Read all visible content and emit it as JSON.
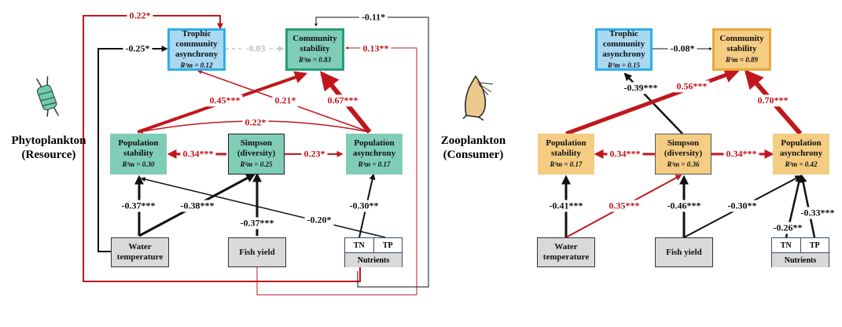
{
  "panels": [
    {
      "id": "phyto",
      "title_line1": "Phytoplankton",
      "title_line2": "(Resource)",
      "icon": "phytoplankton-chain-icon",
      "nodes": {
        "trophic": {
          "l1": "Trophic",
          "l2": "community",
          "l3": "asynchrony",
          "r2": "R²m = 0.12"
        },
        "community": {
          "l1": "Community",
          "l2": "stability",
          "r2": "R²m = 0.83"
        },
        "popstab": {
          "l1": "Population",
          "l2": "stability",
          "r2": "R²m = 0.30"
        },
        "simpson": {
          "l1": "Simpson",
          "l2": "(diversity)",
          "r2": "R²m = 0.25"
        },
        "popasyn": {
          "l1": "Population",
          "l2": "asynchrony",
          "r2": "R²m = 0.17"
        },
        "water": {
          "l1": "Water",
          "l2": "temperature"
        },
        "fish": {
          "l1": "Fish yield"
        },
        "nutrients": {
          "tn": "TN",
          "tp": "TP",
          "label": "Nutrients"
        }
      },
      "paths": [
        {
          "from": "nutrients",
          "to": "trophic",
          "coef": "0.22*",
          "sign": "positive"
        },
        {
          "from": "water",
          "to": "trophic",
          "coef": "-0.25*",
          "sign": "negative"
        },
        {
          "from": "trophic",
          "to": "community",
          "coef": "-0.03",
          "sign": "nonsignificant"
        },
        {
          "from": "nutrients",
          "to": "community",
          "coef": "-0.11*",
          "sign": "negative"
        },
        {
          "from": "fish",
          "to": "community",
          "coef": "0.13**",
          "sign": "positive"
        },
        {
          "from": "popstab",
          "to": "community",
          "coef": "0.45***",
          "sign": "positive"
        },
        {
          "from": "popasyn",
          "to": "trophic",
          "coef": "0.21*",
          "sign": "positive"
        },
        {
          "from": "popasyn",
          "to": "community",
          "coef": "0.67***",
          "sign": "positive"
        },
        {
          "from": "popasyn",
          "to": "popstab",
          "coef": "0.22*",
          "sign": "positive"
        },
        {
          "from": "simpson",
          "to": "popstab",
          "coef": "0.34***",
          "sign": "positive"
        },
        {
          "from": "simpson",
          "to": "popasyn",
          "coef": "0.23*",
          "sign": "positive"
        },
        {
          "from": "water",
          "to": "popstab",
          "coef": "-0.37***",
          "sign": "negative"
        },
        {
          "from": "water",
          "to": "simpson",
          "coef": "-0.38***",
          "sign": "negative"
        },
        {
          "from": "fish",
          "to": "simpson",
          "coef": "-0.37***",
          "sign": "negative"
        },
        {
          "from": "nutrients",
          "to": "popstab",
          "coef": "-0.20*",
          "sign": "negative"
        },
        {
          "from": "nutrients",
          "to": "popasyn",
          "coef": "-0.30**",
          "sign": "negative"
        }
      ]
    },
    {
      "id": "zoo",
      "title_line1": "Zooplankton",
      "title_line2": "(Consumer)",
      "icon": "zooplankton-copepod-icon",
      "nodes": {
        "trophic": {
          "l1": "Trophic",
          "l2": "community",
          "l3": "asynchrony",
          "r2": "R²m = 0.15"
        },
        "community": {
          "l1": "Community",
          "l2": "stability",
          "r2": "R²m = 0.89"
        },
        "popstab": {
          "l1": "Population",
          "l2": "stability",
          "r2": "R²m = 0.17"
        },
        "simpson": {
          "l1": "Simpson",
          "l2": "(diversity)",
          "r2": "R²m = 0.36"
        },
        "popasyn": {
          "l1": "Population",
          "l2": "asynchrony",
          "r2": "R²m = 0.42"
        },
        "water": {
          "l1": "Water",
          "l2": "temperature"
        },
        "fish": {
          "l1": "Fish yield"
        },
        "nutrients": {
          "tn": "TN",
          "tp": "TP",
          "label": "Nutrients"
        }
      },
      "paths": [
        {
          "from": "trophic",
          "to": "community",
          "coef": "-0.08*",
          "sign": "negative"
        },
        {
          "from": "simpson",
          "to": "trophic",
          "coef": "-0.39***",
          "sign": "negative"
        },
        {
          "from": "popstab",
          "to": "community",
          "coef": "0.56***",
          "sign": "positive"
        },
        {
          "from": "popasyn",
          "to": "community",
          "coef": "0.70***",
          "sign": "positive"
        },
        {
          "from": "simpson",
          "to": "popstab",
          "coef": "0.34***",
          "sign": "positive"
        },
        {
          "from": "simpson",
          "to": "popasyn",
          "coef": "0.34***",
          "sign": "positive"
        },
        {
          "from": "water",
          "to": "popstab",
          "coef": "-0.41***",
          "sign": "negative"
        },
        {
          "from": "water",
          "to": "simpson",
          "coef": "0.35***",
          "sign": "positive"
        },
        {
          "from": "fish",
          "to": "simpson",
          "coef": "-0.46***",
          "sign": "negative"
        },
        {
          "from": "fish",
          "to": "popasyn",
          "coef": "-0.30**",
          "sign": "negative"
        },
        {
          "from": "nutrients.tn",
          "to": "popasyn",
          "coef": "-0.26**",
          "sign": "negative"
        },
        {
          "from": "nutrients.tp",
          "to": "popasyn",
          "coef": "-0.33***",
          "sign": "negative"
        }
      ]
    }
  ],
  "colors": {
    "positive": "#c0171c",
    "negative": "#111111",
    "nonsignificant": "#c8c8c8",
    "phyto_box": "#7fcdb7",
    "zoo_box": "#f4cc82",
    "trophic_box": "#a9d8f2",
    "driver_box": "#d9d9d9"
  }
}
